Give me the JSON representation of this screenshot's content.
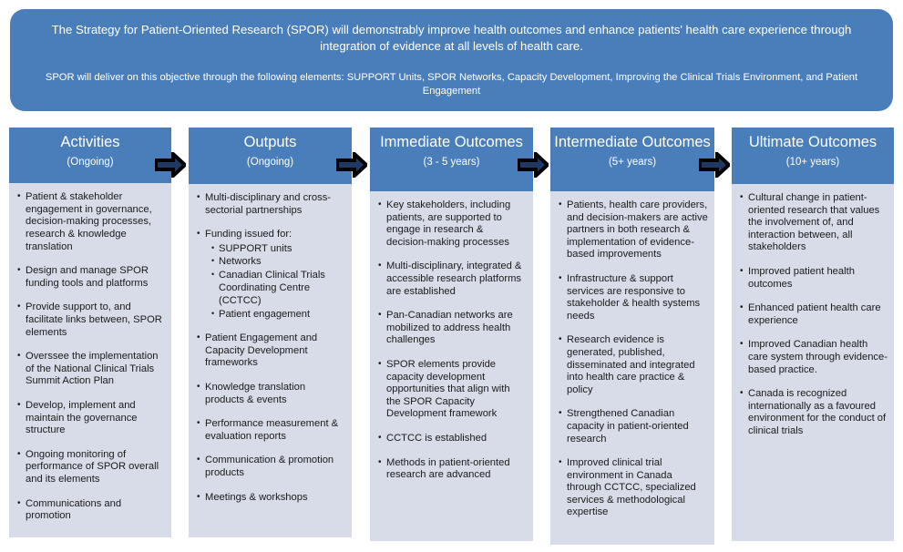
{
  "banner": {
    "line1": "The Strategy for Patient-Oriented Research (SPOR) will demonstrably improve health outcomes and enhance patients' health care experience through integration of evidence at all levels  of health care.",
    "line2": "SPOR will deliver on this objective through the following elements: SUPPORT Units, SPOR Networks, Capacity Development, Improving the Clinical Trials Environment, and Patient Engagement",
    "background_color": "#4a7ebb",
    "text_color": "#ffffff"
  },
  "colors": {
    "header_blue": "#4a7ebb",
    "body_grey_blue": "#d7dce8",
    "arrow_outline": "#000000",
    "arrow_fill": "#1f3864",
    "body_text": "#1a1a1a"
  },
  "columns": [
    {
      "title": "Activities",
      "subtitle": "(Ongoing)",
      "items": [
        {
          "text": "Patient & stakeholder engagement in governance, decision-making processes, research & knowledge translation"
        },
        {
          "text": "Design and manage SPOR funding tools and platforms"
        },
        {
          "text": "Provide support to, and facilitate links between, SPOR elements"
        },
        {
          "text": "Overssee the implementation of the National Clinical Trials Summit Action Plan"
        },
        {
          "text": "Develop, implement and maintain the governance structure"
        },
        {
          "text": "Ongoing monitoring of performance of SPOR  overall and its elements"
        },
        {
          "text": "Communications and promotion"
        }
      ]
    },
    {
      "title": "Outputs",
      "subtitle": "(Ongoing)",
      "items": [
        {
          "text": "Multi-disciplinary and cross-sectorial partnerships"
        },
        {
          "text": "Funding issued for:",
          "subitems": [
            "SUPPORT units",
            "Networks",
            "Canadian Clinical Trials Coordinating Centre (CCTCC)",
            "Patient engagement"
          ]
        },
        {
          "text": "Patient Engagement and Capacity Development frameworks"
        },
        {
          "text": "Knowledge translation products & events"
        },
        {
          "text": "Performance measurement & evaluation reports"
        },
        {
          "text": "Communication & promotion products"
        },
        {
          "text": "Meetings & workshops"
        }
      ]
    },
    {
      "title": "Immediate Outcomes",
      "subtitle": "(3 - 5 years)",
      "items": [
        {
          "text": "Key stakeholders, including patients, are supported to engage in research & decision-making processes"
        },
        {
          "text": "Multi-disciplinary, integrated & accessible research platforms are established"
        },
        {
          "text": "Pan-Canadian networks are mobilized to address health challenges"
        },
        {
          "text": "SPOR elements provide capacity development opportunities that align with the SPOR Capacity Development framework"
        },
        {
          "text": "CCTCC is established"
        },
        {
          "text": "Methods in patient-oriented research are advanced"
        }
      ]
    },
    {
      "title": "Intermediate Outcomes",
      "subtitle": "(5+ years)",
      "items": [
        {
          "text": "Patients, health care providers, and decision-makers are active partners in both research & implementation of evidence-based improvements"
        },
        {
          "text": "Infrastructure & support services are responsive to stakeholder & health systems needs"
        },
        {
          "text": "Research evidence is generated, published, disseminated and integrated into health care practice & policy"
        },
        {
          "text": "Strengthened Canadian capacity in patient-oriented research"
        },
        {
          "text": "Improved clinical trial environment in Canada through CCTCC, specialized services & methodological expertise"
        }
      ]
    },
    {
      "title": "Ultimate Outcomes",
      "subtitle": "(10+ years)",
      "items": [
        {
          "text": "Cultural change in patient-oriented research that values the involvement of, and interaction between, all stakeholders"
        },
        {
          "text": "Improved patient health outcomes"
        },
        {
          "text": "Enhanced patient health care experience"
        },
        {
          "text": "Improved Canadian health care system through evidence-based practice."
        },
        {
          "text": "Canada is recognized internationally as a favoured environment for the conduct of clinical trials"
        }
      ]
    }
  ],
  "arrows": [
    {
      "name": "arrow-activities-to-outputs"
    },
    {
      "name": "arrow-outputs-to-immediate"
    },
    {
      "name": "arrow-immediate-to-intermediate"
    },
    {
      "name": "arrow-intermediate-to-ultimate"
    }
  ]
}
